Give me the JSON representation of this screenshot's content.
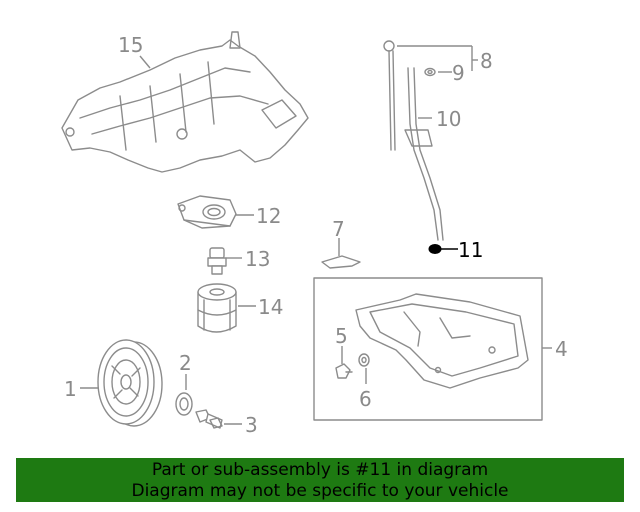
{
  "diagram": {
    "callouts": {
      "c1": "1",
      "c2": "2",
      "c3": "3",
      "c4": "4",
      "c5": "5",
      "c6": "6",
      "c7": "7",
      "c8": "8",
      "c9": "9",
      "c10": "10",
      "c11": "11",
      "c12": "12",
      "c13": "13",
      "c14": "14",
      "c15": "15"
    },
    "highlighted_part": "11",
    "colors": {
      "part_stroke": "#8c8c8c",
      "highlight": "#000000",
      "banner_bg": "#1e7a12"
    }
  },
  "banner": {
    "line1": "Part or sub-assembly is #11 in diagram",
    "line2": "Diagram may not be specific to your vehicle"
  }
}
